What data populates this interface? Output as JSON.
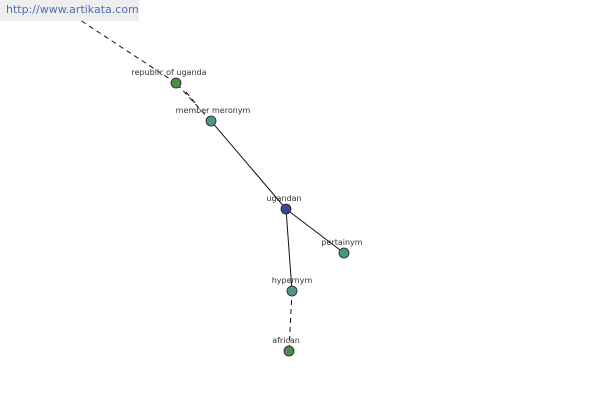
{
  "site_url": "http://www.artikata.com",
  "colors": {
    "center_node": "#3a4a8c",
    "relation_node": "#4f9488",
    "word_node": "#4e8c4c",
    "edge": "#111111",
    "url_text": "#4a6fb5",
    "url_background": "#eeeeee"
  },
  "nodes": [
    {
      "id": "center",
      "label": "ugandan",
      "kind": "center"
    },
    {
      "id": "rel_member",
      "label": "member meronym",
      "kind": "relation"
    },
    {
      "id": "word_republic",
      "label": "republic of uganda",
      "kind": "word"
    },
    {
      "id": "rel_pertainym",
      "label": "pertainym",
      "kind": "relation"
    },
    {
      "id": "rel_hypernym",
      "label": "hypernym",
      "kind": "relation"
    },
    {
      "id": "word_african",
      "label": "african",
      "kind": "word"
    }
  ],
  "edges": [
    {
      "from": "center",
      "to": "rel_member",
      "style": "solid"
    },
    {
      "from": "rel_member",
      "to": "word_republic",
      "style": "dashed"
    },
    {
      "from": "center",
      "to": "rel_pertainym",
      "style": "solid"
    },
    {
      "from": "center",
      "to": "rel_hypernym",
      "style": "solid"
    },
    {
      "from": "rel_hypernym",
      "to": "word_african",
      "style": "dashed"
    }
  ]
}
